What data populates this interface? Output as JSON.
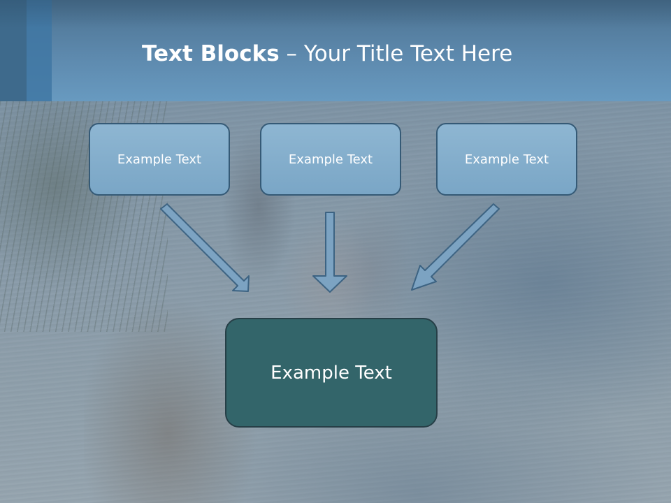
{
  "slide": {
    "title_bold": "Text Blocks",
    "title_dash": " – ",
    "title_rest": "Your Title Text Here"
  },
  "boxes": {
    "left": "Example Text",
    "center": "Example Text",
    "right": "Example Text",
    "bottom": "Example Text"
  },
  "colors": {
    "header_band": "#5d89ad",
    "small_box_fill": "#7aa6c6",
    "small_box_border": "#355a76",
    "bottom_box_fill": "#33656a",
    "arrow_fill": "#7ca3c2",
    "arrow_border": "#3d6382"
  },
  "icons": {
    "arrows": [
      "arrow-down-right-icon",
      "arrow-down-icon",
      "arrow-down-left-icon"
    ]
  }
}
